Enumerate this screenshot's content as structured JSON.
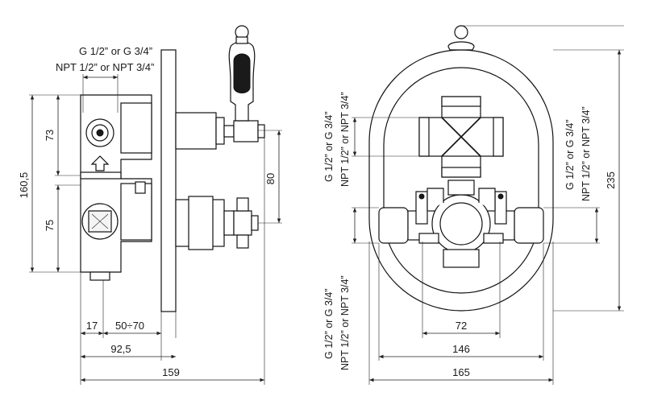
{
  "side_view": {
    "thread_note_line1": "G 1/2” or G 3/4”",
    "thread_note_line2": "NPT 1/2” or NPT 3/4”",
    "dim_height_total": "160,5",
    "dim_upper": "73",
    "dim_lower": "75",
    "dim_spacing": "80",
    "dim_depth_small": "17",
    "dim_depth_range": "50÷70",
    "dim_depth_body": "92,5",
    "dim_depth_total": "159"
  },
  "front_view": {
    "thread_top_line1": "G 1/2” or G 3/4”",
    "thread_top_line2": "NPT 1/2” or NPT 3/4”",
    "thread_right_line1": "G 1/2” or G 3/4”",
    "thread_right_line2": "NPT 1/2” or NPT 3/4”",
    "thread_bottom_line1": "G 1/2” or G 3/4”",
    "thread_bottom_line2": "NPT 1/2” or NPT 3/4”",
    "dim_height": "235",
    "dim_inner_width": "72",
    "dim_port_width": "146",
    "dim_total_width": "165"
  }
}
